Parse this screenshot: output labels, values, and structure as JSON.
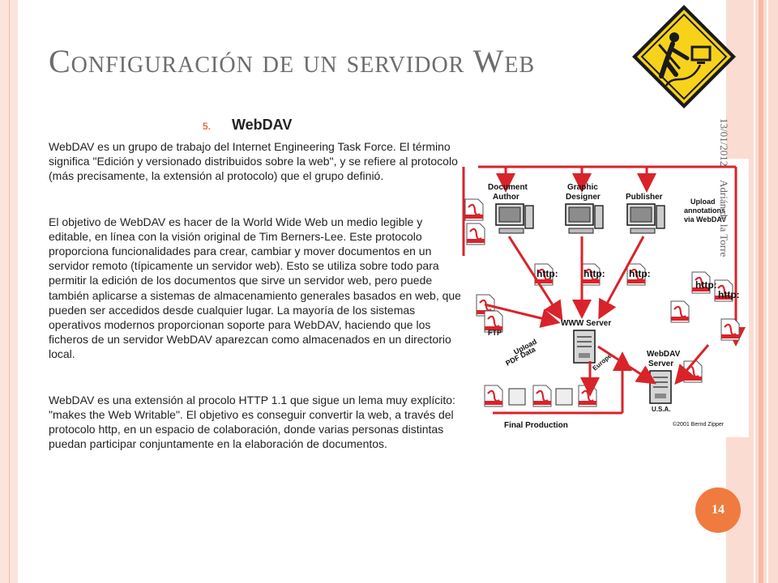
{
  "slide": {
    "title": "Configuración de un servidor Web",
    "section_number": "5.",
    "section_title": "WebDAV",
    "paragraphs": [
      "WebDAV es un grupo de trabajo del Internet Engineering Task Force. El término significa \"Edición y versionado distribuidos sobre la web\", y se refiere al protocolo (más precisamente, la extensión al protocolo) que el grupo definió.",
      "El objetivo de WebDAV es hacer de la World Wide Web un medio legible y editable, en línea con la visión original de Tim Berners-Lee. Este protocolo proporciona funcionalidades para crear, cambiar y mover documentos en un servidor remoto (típicamente un servidor web). Esto se utiliza sobre todo para permitir la edición de los documentos que sirve un servidor web, pero puede también aplicarse a sistemas de almacenamiento generales basados en web, que pueden ser accedidos desde cualquier lugar. La mayoría de los sistemas operativos modernos proporcionan soporte para WebDAV, haciendo que los ficheros de un servidor WebDAV aparezcan como almacenados en un directorio local.",
      "WebDAV es una extensión al procolo HTTP 1.1 que sigue un lema muy explícito: \"makes the Web Writable\". El objetivo es conseguir convertir la web, a través del protocolo http, en un espacio de colaboración, donde varias personas distintas puedan participar conjuntamente en la elaboración de documentos."
    ],
    "side_date": "13/01/2012",
    "side_author": "Adrián de la Torre",
    "page_number": "14"
  },
  "diagram": {
    "roles": [
      "Document",
      "Author",
      "Graphic",
      "Designer",
      "Publisher"
    ],
    "upload_annotations": [
      "Upload",
      "annotations",
      "via WebDAV"
    ],
    "http_label": "http:",
    "www_server": "WWW Server",
    "webdav_server": [
      "WebDAV",
      "Server"
    ],
    "upload_pdf": [
      "Upload",
      "PDF Data"
    ],
    "ftp_label": "FTP",
    "europe_label": "Europe",
    "usa_label": "U.S.A.",
    "final_production": "Final Production",
    "copyright": "©2001 Bernd Zipper"
  },
  "colors": {
    "accent": "#f07b3f",
    "title": "#6d6d6d",
    "arrow_red": "#d9232b",
    "sign_yellow": "#f7d21b"
  }
}
